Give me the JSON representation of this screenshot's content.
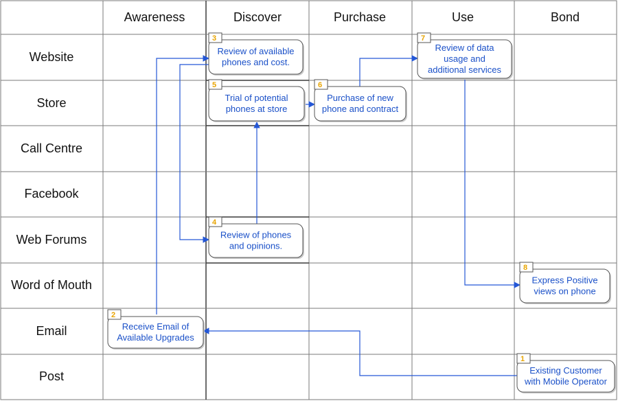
{
  "columns": [
    "",
    "Awareness",
    "Discover",
    "Purchase",
    "Use",
    "Bond"
  ],
  "rows": [
    "Website",
    "Store",
    "Call Centre",
    "Facebook",
    "Web Forums",
    "Word of Mouth",
    "Email",
    "Post"
  ],
  "nodes": [
    {
      "num": "1",
      "lines": [
        "Existing Customer",
        "with Mobile Operator"
      ]
    },
    {
      "num": "2",
      "lines": [
        "Receive Email of",
        "Available Upgrades"
      ]
    },
    {
      "num": "3",
      "lines": [
        "Review of available",
        "phones and cost."
      ]
    },
    {
      "num": "4",
      "lines": [
        "Review of phones",
        "and opinions."
      ]
    },
    {
      "num": "5",
      "lines": [
        "Trial of potential",
        "phones at store"
      ]
    },
    {
      "num": "6",
      "lines": [
        "Purchase of new",
        "phone and contract"
      ]
    },
    {
      "num": "7",
      "lines": [
        "Review of data",
        "usage and",
        "additional services"
      ]
    },
    {
      "num": "8",
      "lines": [
        "Express Positive",
        "views on phone"
      ]
    }
  ],
  "colors": {
    "connector": "#2457d6",
    "number": "#e8a400",
    "node_text": "#1a50c8"
  }
}
